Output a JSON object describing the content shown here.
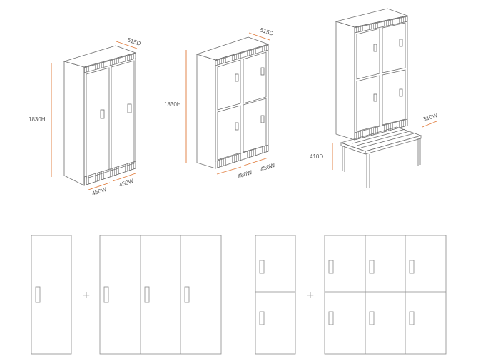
{
  "colors": {
    "line": "#6e6e6e",
    "dimension": "#e07a3a",
    "text": "#555555",
    "plus": "#9a9a9a"
  },
  "figures": {
    "cabinet_two_door": {
      "depth_label": "515D",
      "height_label": "1830H",
      "width_label_left": "450W",
      "width_label_right": "450W"
    },
    "cabinet_four_door": {
      "depth_label": "515D",
      "height_label": "1830H",
      "width_label_left": "450W",
      "width_label_right": "450W"
    },
    "cabinet_with_bench": {
      "bench_height_label": "410D",
      "bench_width_label": "310W"
    }
  },
  "modules": {
    "left_group": {
      "add_symbol": "+",
      "single_doors": 1,
      "extension_doors": 3
    },
    "right_group": {
      "add_symbol": "+",
      "single_columns": 1,
      "extension_columns": 3,
      "rows": 2
    }
  }
}
